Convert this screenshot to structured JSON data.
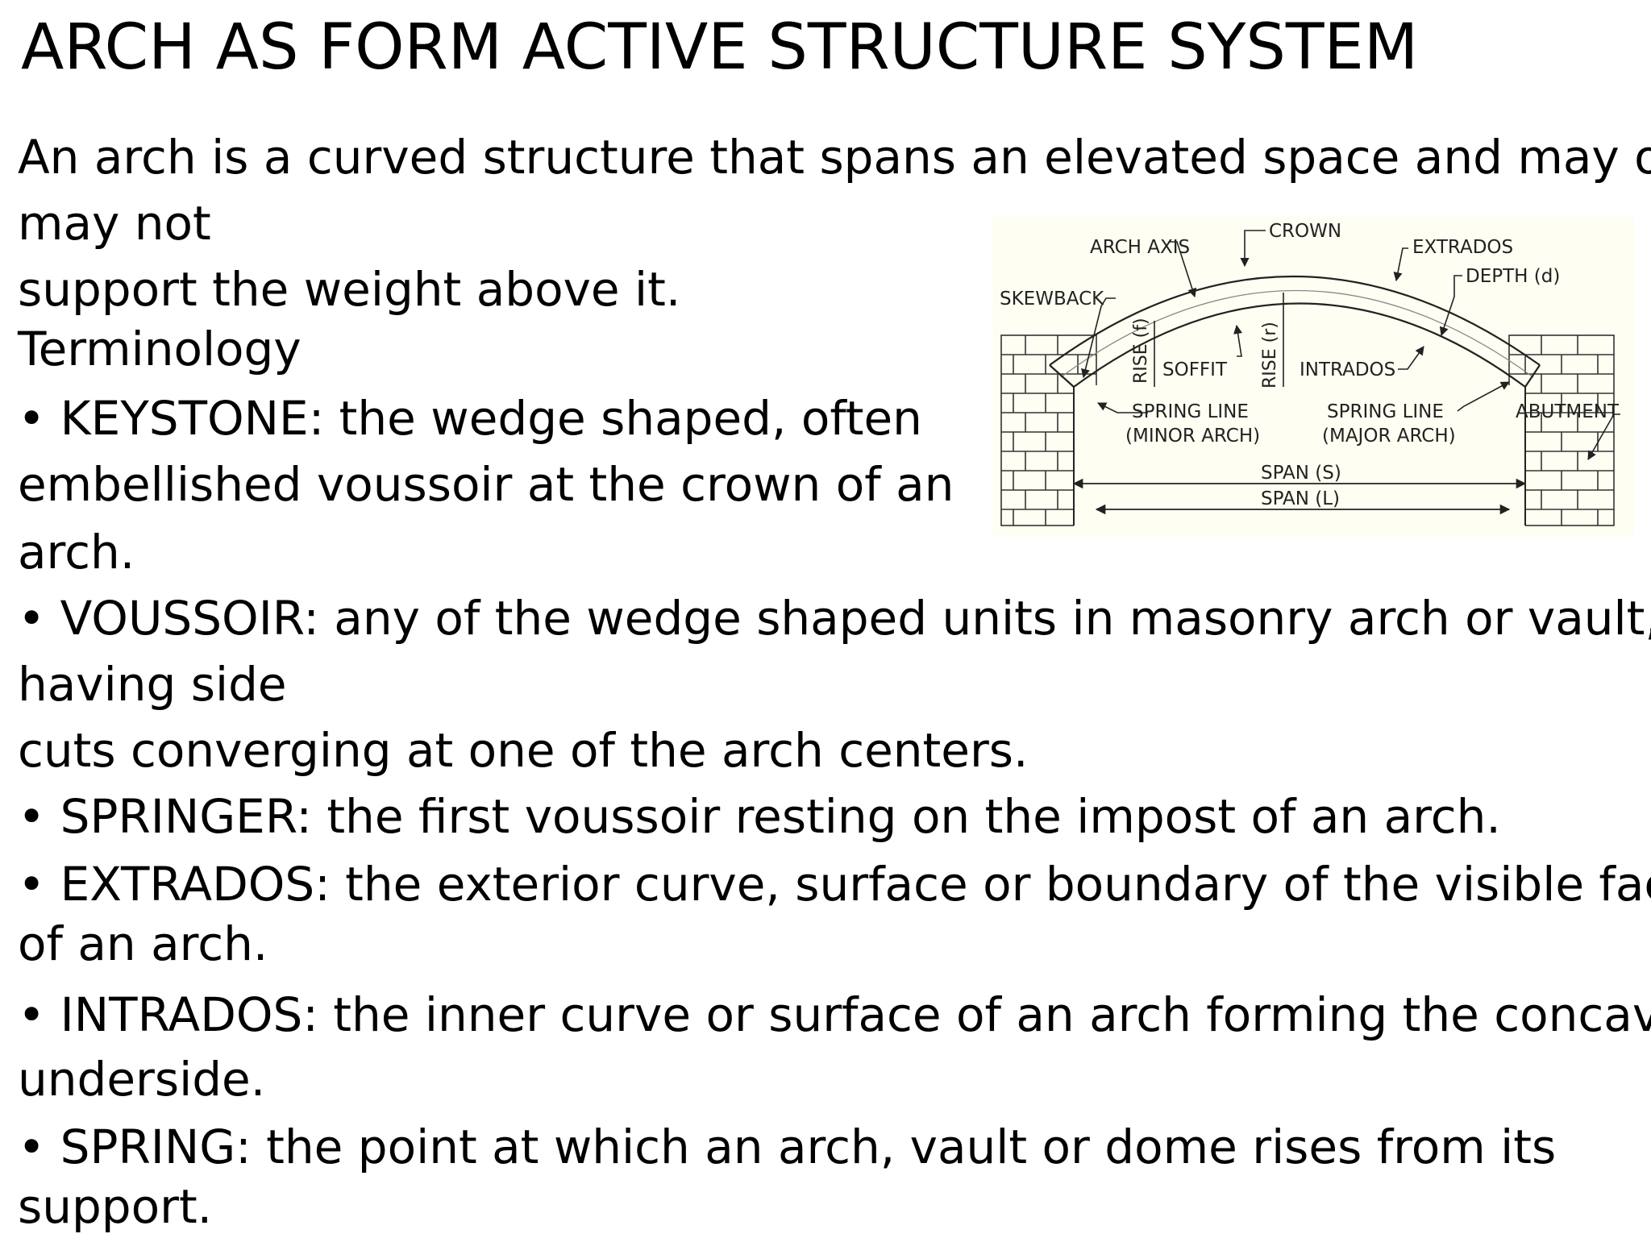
{
  "title": "ARCH AS FORM ACTIVE STRUCTURE SYSTEM",
  "lines": [
    "An arch is a curved structure that spans an elevated space and may or",
    "may not",
    "support the weight above it.",
    "Terminology",
    "• KEYSTONE: the wedge shaped, often",
    "embellished voussoir at the crown of an",
    "arch.",
    "• VOUSSOIR: any of the wedge shaped units in masonry arch or vault,",
    "having side",
    "cuts converging at one of the arch centers.",
    "• SPRINGER: the first voussoir resting on the impost of an arch.",
    "• EXTRADOS: the exterior curve, surface or boundary of the visible face",
    "of an arch.",
    "• INTRADOS: the inner curve or surface of an arch forming the concave",
    "underside.",
    "• SPRING: the point at which an arch, vault or dome rises from its",
    "support."
  ],
  "diagram": {
    "labels": {
      "crown": "CROWN",
      "arch_axis": "ARCH AXIS",
      "extrados": "EXTRADOS",
      "depth": "DEPTH (d)",
      "skewback": "SKEWBACK",
      "rise_f": "RISE (f)",
      "rise_r": "RISE (r)",
      "soffit": "SOFFIT",
      "intrados": "INTRADOS",
      "spring_line_minor_1": "SPRING LINE",
      "spring_line_minor_2": "(MINOR ARCH)",
      "spring_line_major_1": "SPRING LINE",
      "spring_line_major_2": "(MAJOR ARCH)",
      "abutment": "ABUTMENT",
      "span_s": "SPAN (S)",
      "span_l": "SPAN (L)"
    }
  }
}
